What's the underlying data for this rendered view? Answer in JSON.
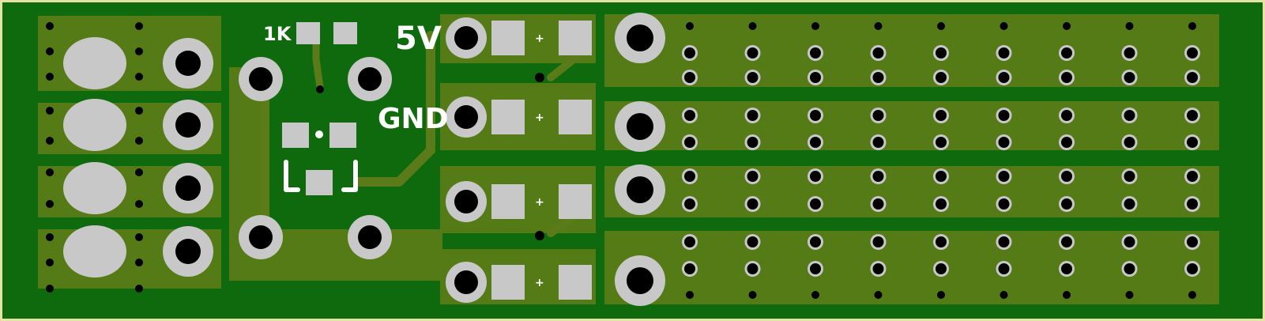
{
  "board": {
    "colors": {
      "substrate": "#e8e2a4",
      "ground_plane": "#0f6a0e",
      "copper_pad_area": "#557b17",
      "trace": "#5b7a1a",
      "through_hole_ring": "#c8c8c8",
      "hole": "#000000",
      "silkscreen": "#ffffff"
    },
    "silkscreen_labels": {
      "resistor": "1K",
      "power": "5V",
      "ground": "GND"
    },
    "icons": {
      "led_outline": "led-footprint-bracket-icon",
      "polarity_dot": "polarity-dot-icon",
      "plus_marker": "plus-marker-icon"
    },
    "counts": {
      "connector_rows": 4,
      "proto_strips": 4,
      "proto_columns": 9
    }
  }
}
